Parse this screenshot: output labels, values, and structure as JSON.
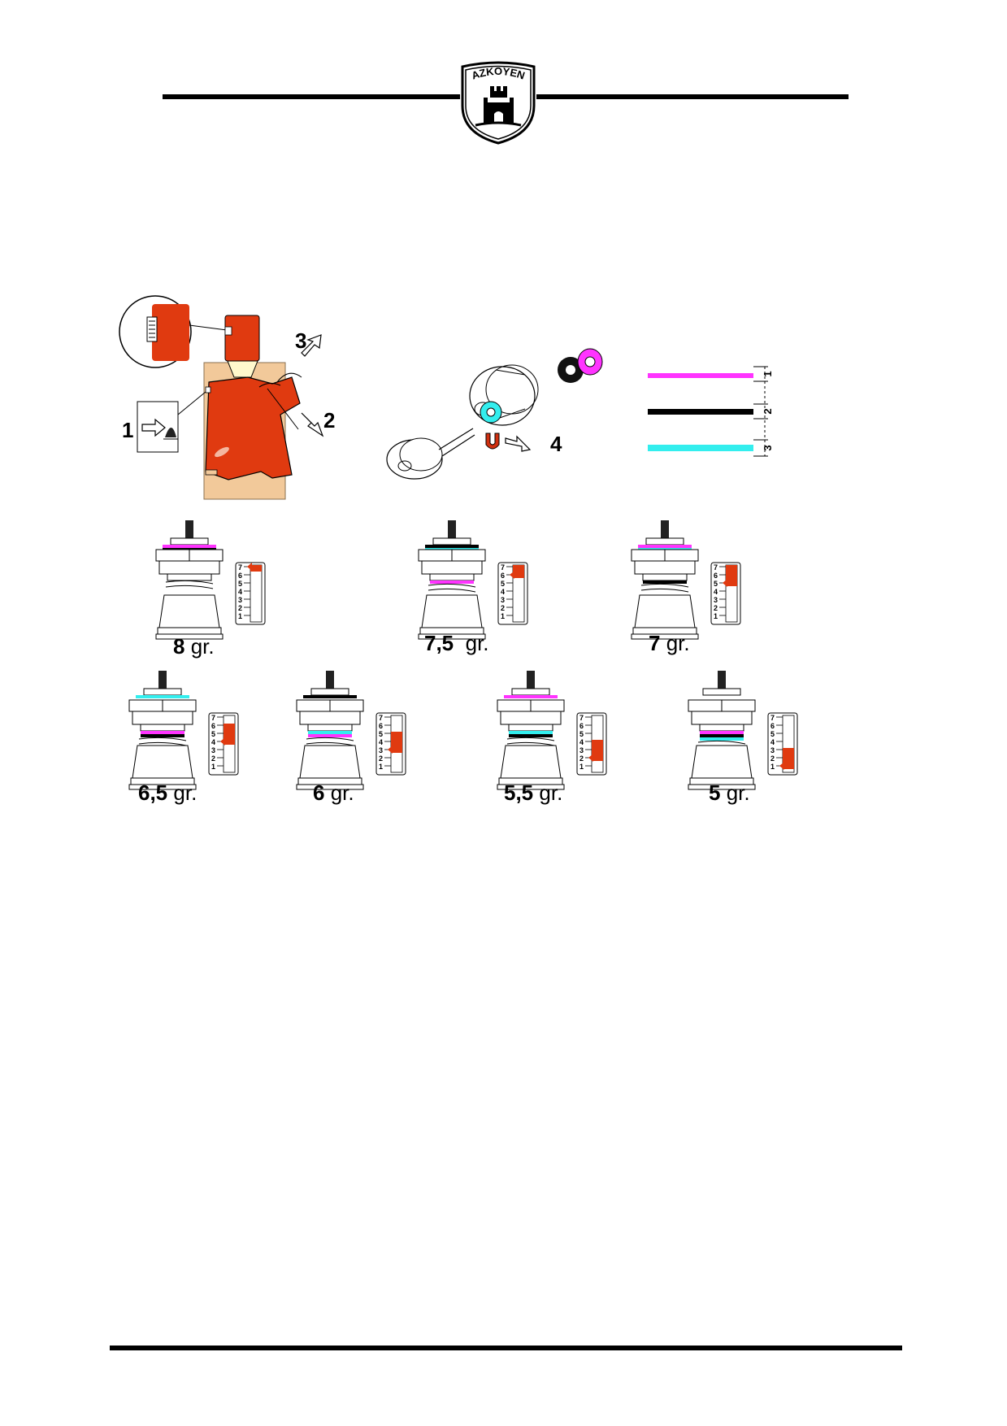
{
  "header": {
    "logo_text": "AZKOYEN"
  },
  "diagram": {
    "steps": [
      "1",
      "2",
      "3",
      "4"
    ],
    "washer_legend": [
      {
        "label": "1",
        "color": "#ff33ff"
      },
      {
        "label": "2",
        "color": "#000000"
      },
      {
        "label": "3",
        "color": "#33eeee"
      }
    ]
  },
  "settings": [
    {
      "value": "8",
      "unit": " gr.",
      "level": 7
    },
    {
      "value": "7,5",
      "unit": "  gr.",
      "level": 6
    },
    {
      "value": "7",
      "unit": " gr.",
      "level": 5
    },
    {
      "value": "6,5",
      "unit": " gr.",
      "level": 4
    },
    {
      "value": "6",
      "unit": " gr.",
      "level": 3
    },
    {
      "value": "5,5",
      "unit": " gr.",
      "level": 2
    },
    {
      "value": "5",
      "unit": " gr.",
      "level": 1
    }
  ],
  "scale_numbers": [
    "7",
    "6",
    "5",
    "4",
    "3",
    "2",
    "1"
  ],
  "colors": {
    "machine_red": "#e03a10",
    "panel_tan": "#f2c99a",
    "magenta": "#ff33ff",
    "cyan": "#33eeee",
    "black": "#000000"
  }
}
